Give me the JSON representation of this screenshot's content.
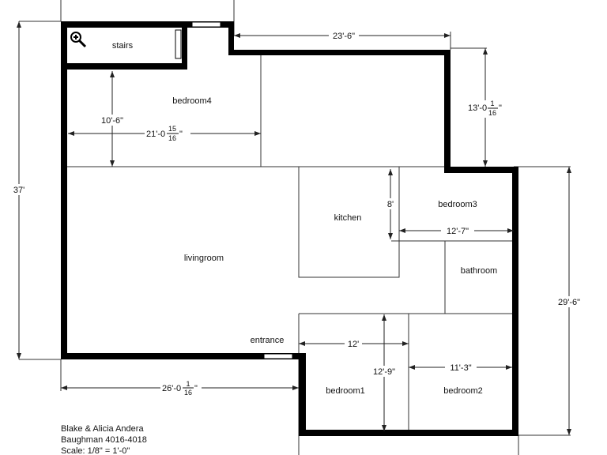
{
  "rooms": {
    "stairs": "stairs",
    "bedroom4": "bedroom4",
    "kitchen": "kitchen",
    "bedroom3": "bedroom3",
    "livingroom": "livingroom",
    "bathroom": "bathroom",
    "entrance": "entrance",
    "bedroom1": "bedroom1",
    "bedroom2": "bedroom2"
  },
  "dimensions": {
    "top_width": "23'-6\"",
    "right_upper_main": "13'-0",
    "right_upper_num": "1",
    "right_upper_den": "16",
    "right_upper_unit": "\"",
    "bedroom4_height": "10'-6\"",
    "bedroom4_width_main": "21'-0",
    "bedroom4_width_num": "15",
    "bedroom4_width_den": "16",
    "bedroom4_width_unit": "\"",
    "overall_height": "37'",
    "kitchen_height": "8'",
    "bedroom3_width": "12'-7\"",
    "right_lower": "29'-6\"",
    "bedroom1_width": "12'",
    "bedroom1_height": "12'-9\"",
    "bedroom2_width": "11'-3\"",
    "bottom_width_main": "26'-0",
    "bottom_width_num": "1",
    "bottom_width_den": "16",
    "bottom_width_unit": "\""
  },
  "credits": {
    "line1": "Blake & Alicia Andera",
    "line2": "Baughman 4016-4018",
    "line3": "Scale: 1/8\" = 1'-0\""
  },
  "icons": {
    "zoom": "zoom-in-icon"
  }
}
